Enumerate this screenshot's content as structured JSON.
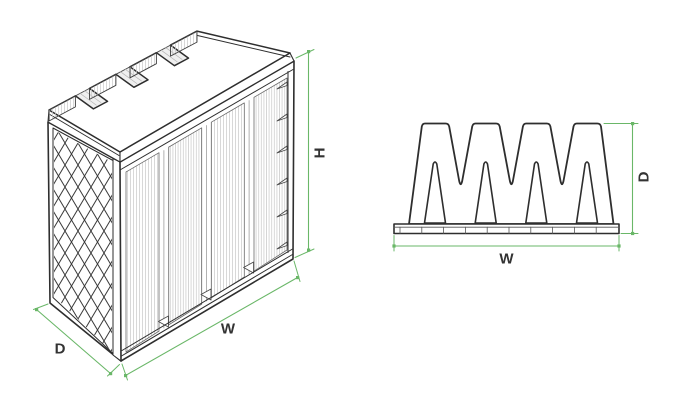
{
  "colors": {
    "line": "#2e2e2e",
    "thin_line": "#555555",
    "hatch": "#c7c7c7",
    "panel_fill": "#f7f7f7",
    "notch_fill": "#efefef",
    "dimension": "#6ab768",
    "label": "#333333",
    "background": "#ffffff"
  },
  "isometric_view": {
    "description": "isometric drawing of V-bank filter with mesh front face and pleated packs",
    "dimension_labels": {
      "height": "H",
      "width": "W",
      "depth": "D"
    }
  },
  "top_view": {
    "description": "top cross-section view of 4 V-packs on header frame",
    "dimension_labels": {
      "width": "W",
      "depth": "D"
    }
  }
}
